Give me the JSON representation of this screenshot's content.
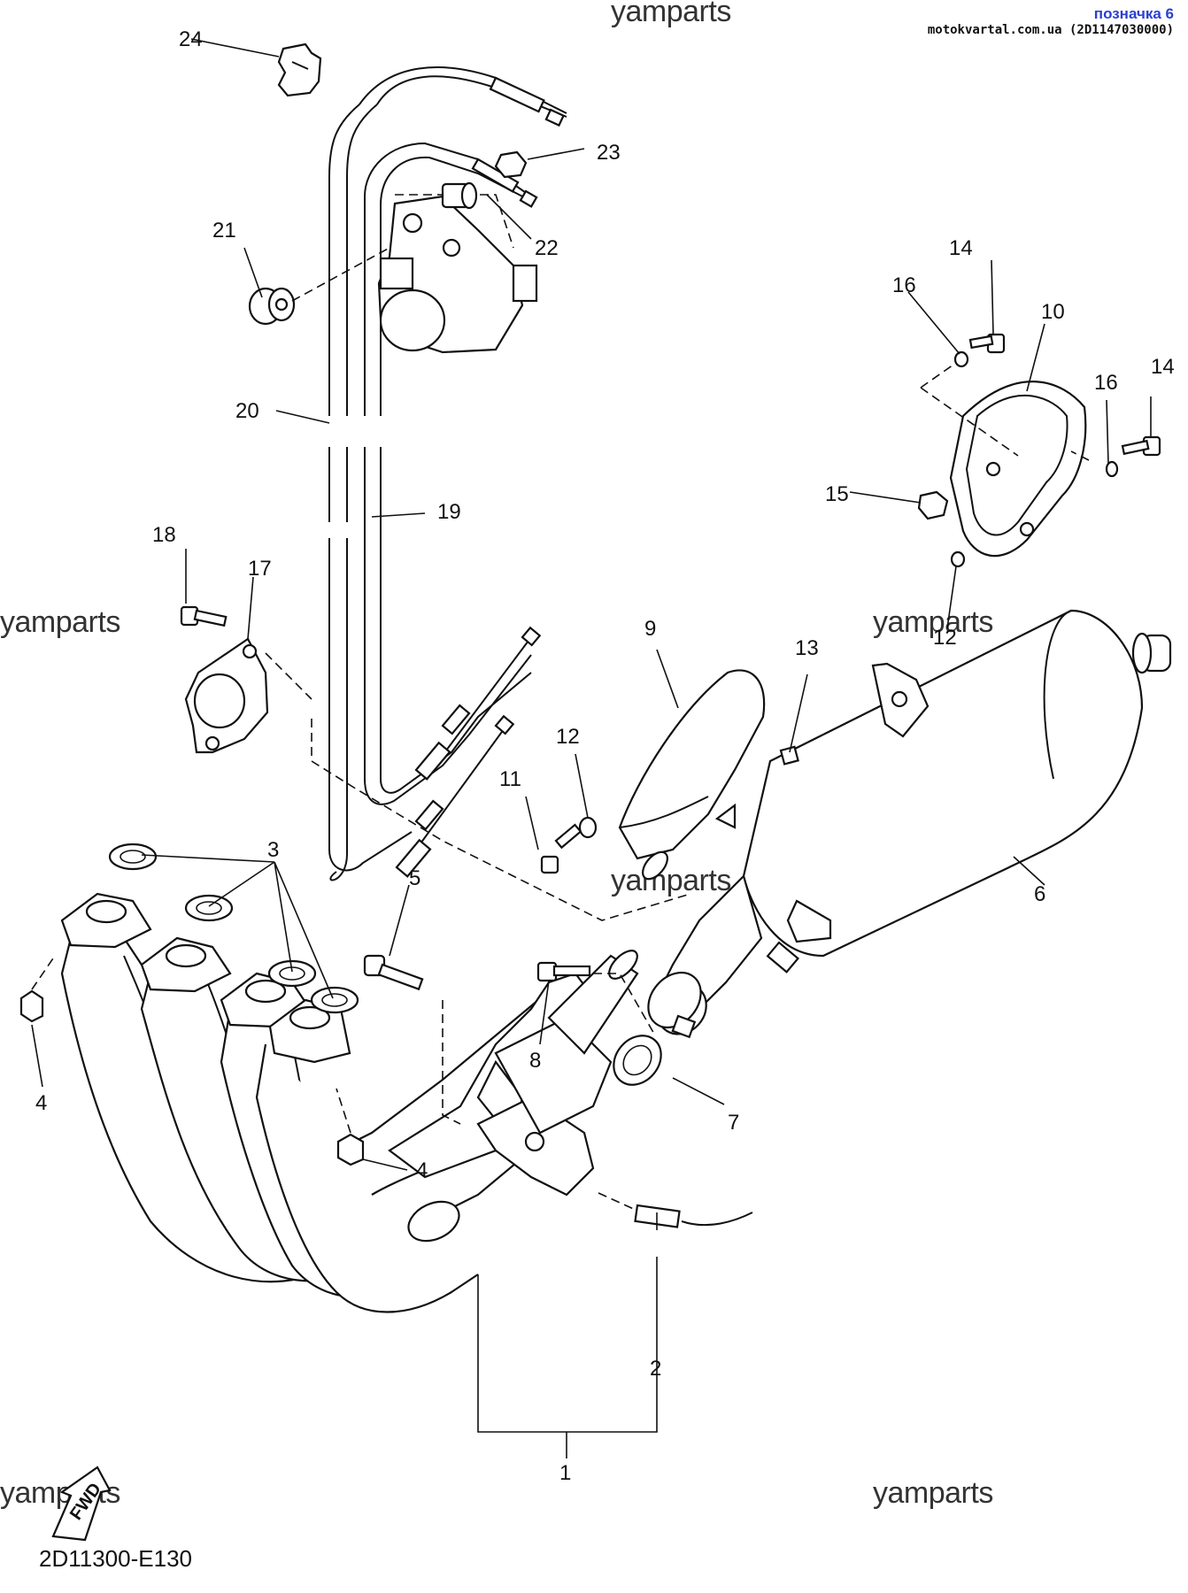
{
  "header": {
    "label": "позначка 6",
    "source": "motokvartal.com.ua (2D1147030000)"
  },
  "watermarks": [
    "yamparts",
    "yamparts",
    "yamparts",
    "yamparts",
    "yamparts",
    "yamparts"
  ],
  "diagram_code": "2D11300-E130",
  "fwd_label": "FWD",
  "callouts": {
    "c1": "1",
    "c2": "2",
    "c3": "3",
    "c4a": "4",
    "c4b": "4",
    "c5": "5",
    "c6": "6",
    "c7": "7",
    "c8": "8",
    "c9": "9",
    "c10": "10",
    "c11": "11",
    "c12a": "12",
    "c12b": "12",
    "c13": "13",
    "c14a": "14",
    "c14b": "14",
    "c15": "15",
    "c16a": "16",
    "c16b": "16",
    "c17": "17",
    "c18": "18",
    "c19": "19",
    "c20": "20",
    "c21": "21",
    "c22": "22",
    "c23": "23",
    "c24": "24"
  }
}
